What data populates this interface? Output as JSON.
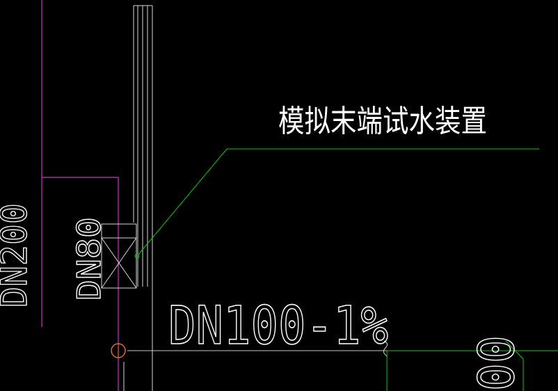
{
  "drawing": {
    "annotation": "模拟末端试水装置",
    "labels": {
      "dn200": "DN200",
      "dn80": "DN80",
      "dn100": "DN100-1%",
      "partial": "00"
    }
  },
  "colors": {
    "background": "#000000",
    "pipe_magenta": "#cc33cc",
    "line_white": "#d8d8d8",
    "leader_green": "#00cc00",
    "text_white": "#ffffff",
    "node_orange": "#e0702a",
    "pipe_pink": "#e8b4b4"
  }
}
